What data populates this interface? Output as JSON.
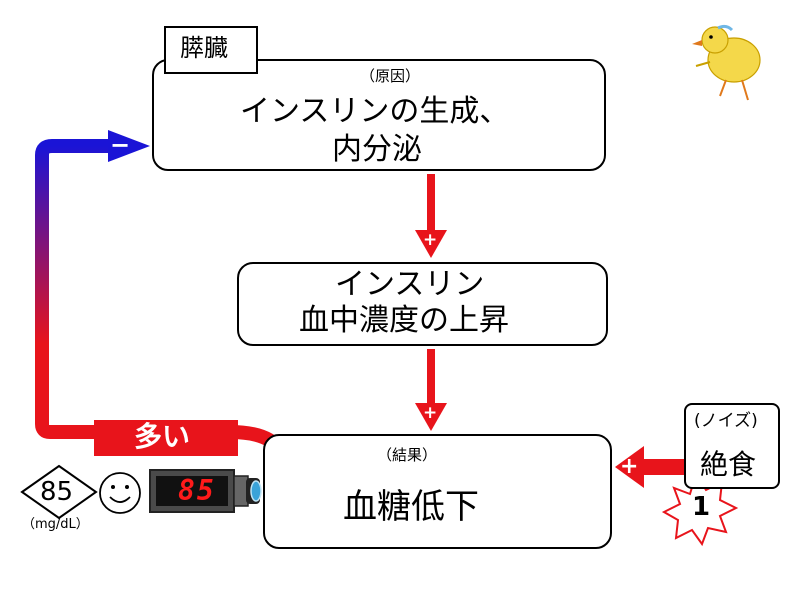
{
  "organ_tab": "膵臓",
  "cause_box": {
    "caption": "（原因）",
    "line1": "インスリンの生成、",
    "line2": "内分泌"
  },
  "middle_box": {
    "line1": "インスリン",
    "line2": "血中濃度の上昇"
  },
  "result_box": {
    "caption": "（結果）",
    "text": "血糖低下"
  },
  "noise_box": {
    "caption": "(ノイズ)",
    "text": "絶食"
  },
  "burst_label": "1",
  "feedback": {
    "sign_minus": "−",
    "banner": "多い"
  },
  "signs": {
    "plus1": "+",
    "plus2": "+",
    "plus3": "+"
  },
  "sensor": {
    "diamond_value": "85",
    "unit": "（mg/dL）",
    "display": "85",
    "face": "☺"
  },
  "colors": {
    "red": "#e8141b",
    "blue": "#1a14d6",
    "outline_arrow": "#1a2ad6",
    "display_digits": "#ff1a1a"
  }
}
